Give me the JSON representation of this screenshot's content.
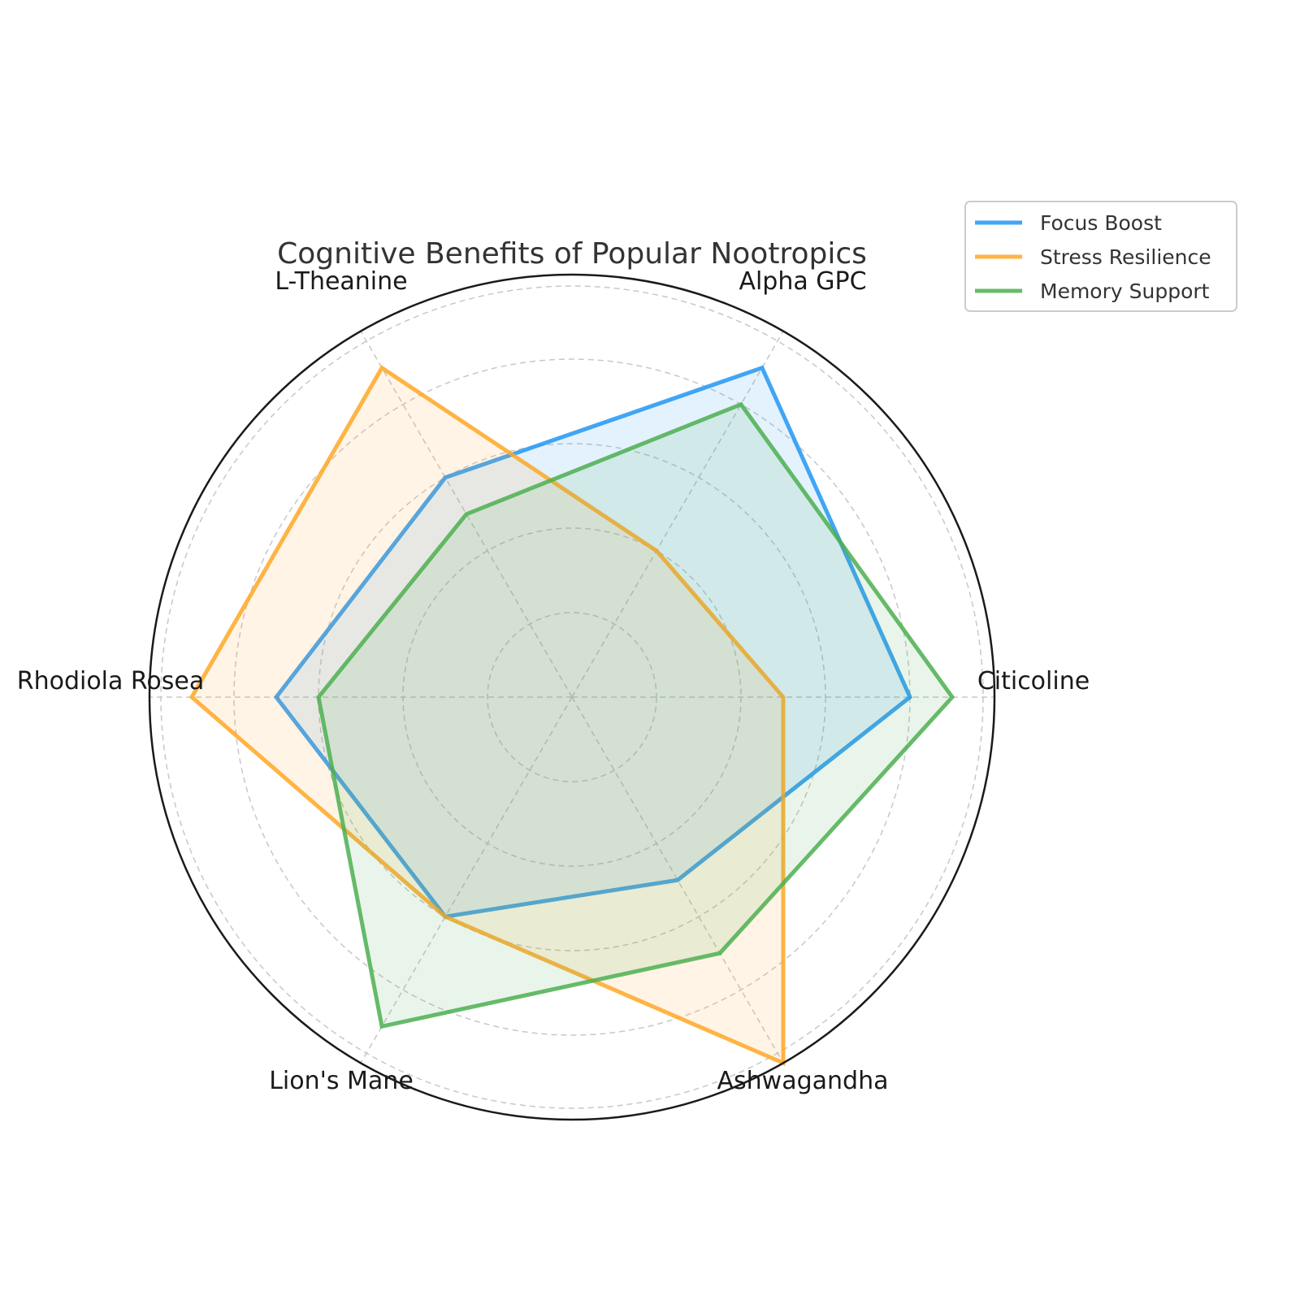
{
  "chart_data": {
    "type": "radar",
    "title": "Cognitive Benefits of Popular Nootropics",
    "categories": [
      "Citicoline",
      "Alpha GPC",
      "L-Theanine",
      "Rhodiola Rosea",
      "Lion's Mane",
      "Ashwagandha"
    ],
    "rlim": [
      0,
      10
    ],
    "rticks": [
      2,
      4,
      6,
      8,
      10
    ],
    "grid": true,
    "legend_position": "top-right",
    "series": [
      {
        "name": "Focus Boost",
        "color": "#2196F3",
        "values": [
          8,
          9,
          6,
          7,
          6,
          5
        ]
      },
      {
        "name": "Stress Resilience",
        "color": "#FFA726",
        "values": [
          5,
          4,
          9,
          9,
          6,
          10
        ]
      },
      {
        "name": "Memory Support",
        "color": "#4CAF50",
        "values": [
          9,
          8,
          5,
          6,
          9,
          7
        ]
      }
    ]
  }
}
